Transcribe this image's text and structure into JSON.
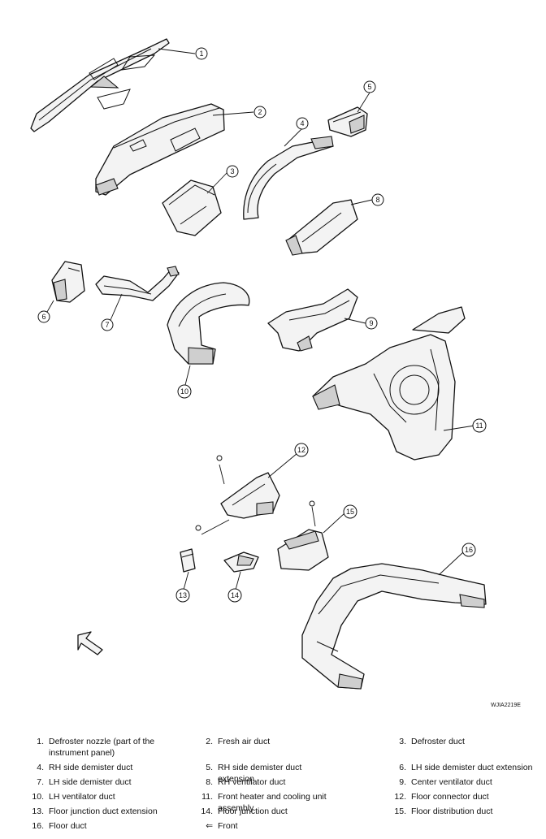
{
  "figure": {
    "id_label": "WJIA2219E",
    "callouts": [
      "1",
      "2",
      "3",
      "4",
      "5",
      "6",
      "7",
      "8",
      "9",
      "10",
      "11",
      "12",
      "13",
      "14",
      "15",
      "16"
    ]
  },
  "legend": [
    {
      "num": "1.",
      "text": "Defroster nozzle (part of the",
      "text2": "instrument panel)"
    },
    {
      "num": "2.",
      "text": "Fresh air duct"
    },
    {
      "num": "3.",
      "text": "Defroster duct"
    },
    {
      "num": "4.",
      "text": "RH side demister duct"
    },
    {
      "num": "5.",
      "text": "RH side demister duct extension"
    },
    {
      "num": "6.",
      "text": "LH side demister duct extension"
    },
    {
      "num": "7.",
      "text": "LH side demister duct"
    },
    {
      "num": "8.",
      "text": "RH ventilator duct"
    },
    {
      "num": "9.",
      "text": "Center ventilator duct"
    },
    {
      "num": "10.",
      "text": "LH ventilator duct"
    },
    {
      "num": "11.",
      "text": "Front heater and cooling unit assembly"
    },
    {
      "num": "12.",
      "text": "Floor connector duct"
    },
    {
      "num": "13.",
      "text": "Floor junction duct extension"
    },
    {
      "num": "14.",
      "text": "Floor junction duct"
    },
    {
      "num": "15.",
      "text": "Floor distribution duct"
    },
    {
      "num": "16.",
      "text": "Floor duct"
    },
    {
      "num": "⇐",
      "text": "Front"
    }
  ]
}
